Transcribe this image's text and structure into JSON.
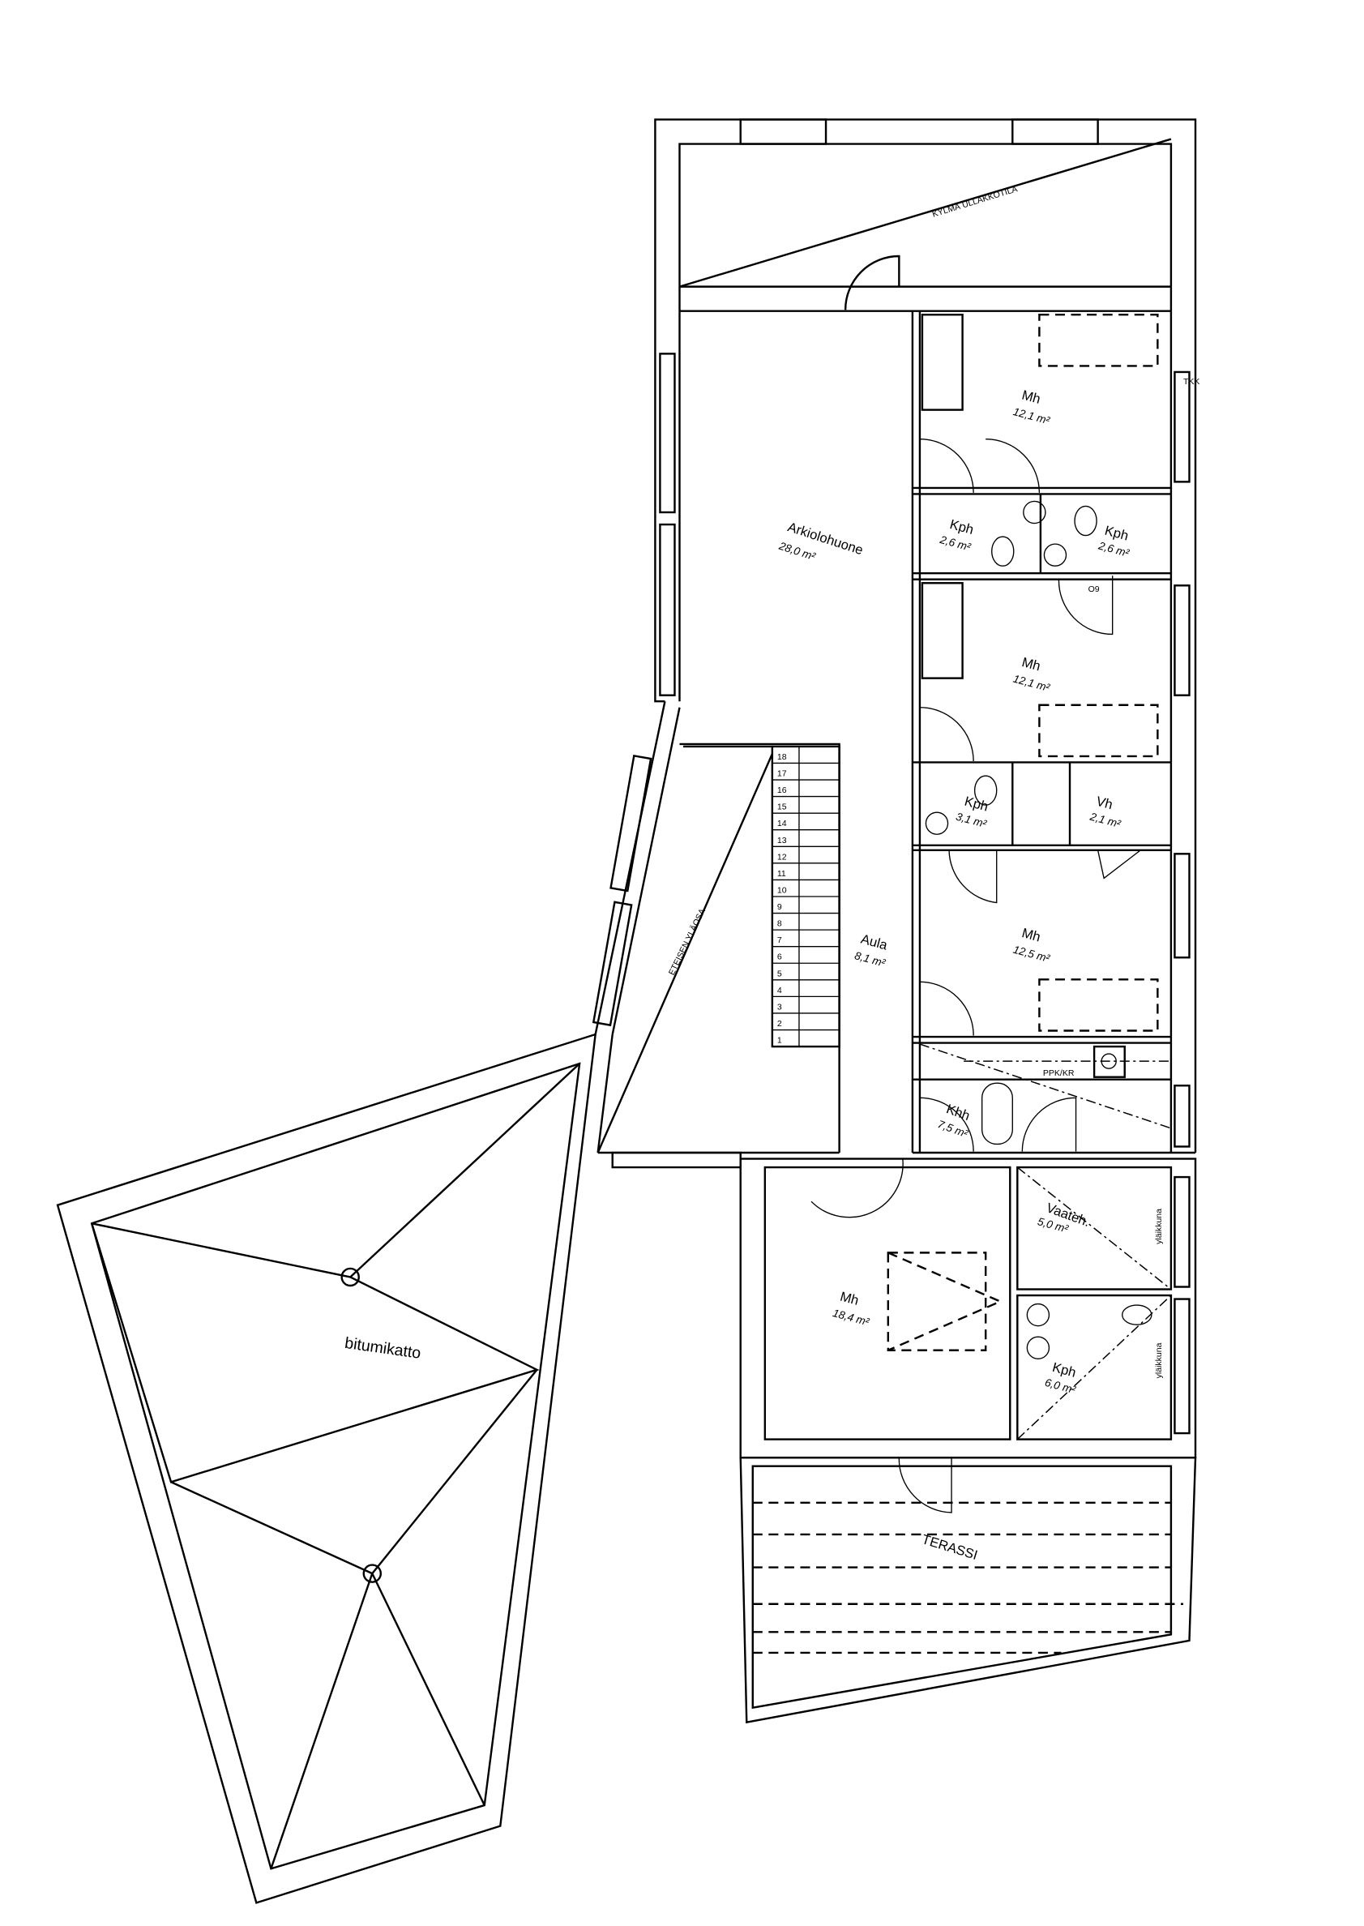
{
  "plan": {
    "labels": {
      "attic": "KYLMÄ ULLAKKOTILA",
      "living": "Arkiolohuone",
      "living_area": "28,0 m²",
      "mh1": "Mh",
      "mh1_area": "12,1 m²",
      "kph1": "Kph",
      "kph1_area": "2,6 m²",
      "kph2": "Kph",
      "kph2_area": "2,6 m²",
      "mh2": "Mh",
      "mh2_area": "12,1 m²",
      "kph3": "Kph",
      "kph3_area": "3,1 m²",
      "vh": "Vh",
      "vh_area": "2,1 m²",
      "mh3": "Mh",
      "mh3_area": "12,5 m²",
      "aula": "Aula",
      "aula_area": "8,1 m²",
      "khh": "Khh",
      "khh_area": "7,5 m²",
      "ppk": "PPK/KR",
      "vaateh": "Vaateh.",
      "vaateh_area": "5,0 m²",
      "mh4": "Mh",
      "mh4_area": "18,4 m²",
      "kph4": "Kph",
      "kph4_area": "6,0 m²",
      "ylaikkuna1": "yläikkuna",
      "ylaikkuna2": "yläikkuna",
      "eteinen": "ETEISEN YLÄOSA",
      "roof": "bitumikatto",
      "terrace": "TERASSI",
      "o9": "O9",
      "tkk": "TKK"
    },
    "stair_steps": [
      "1",
      "2",
      "3",
      "4",
      "5",
      "6",
      "7",
      "8",
      "9",
      "10",
      "11",
      "12",
      "13",
      "14",
      "15",
      "16",
      "17",
      "18"
    ]
  }
}
